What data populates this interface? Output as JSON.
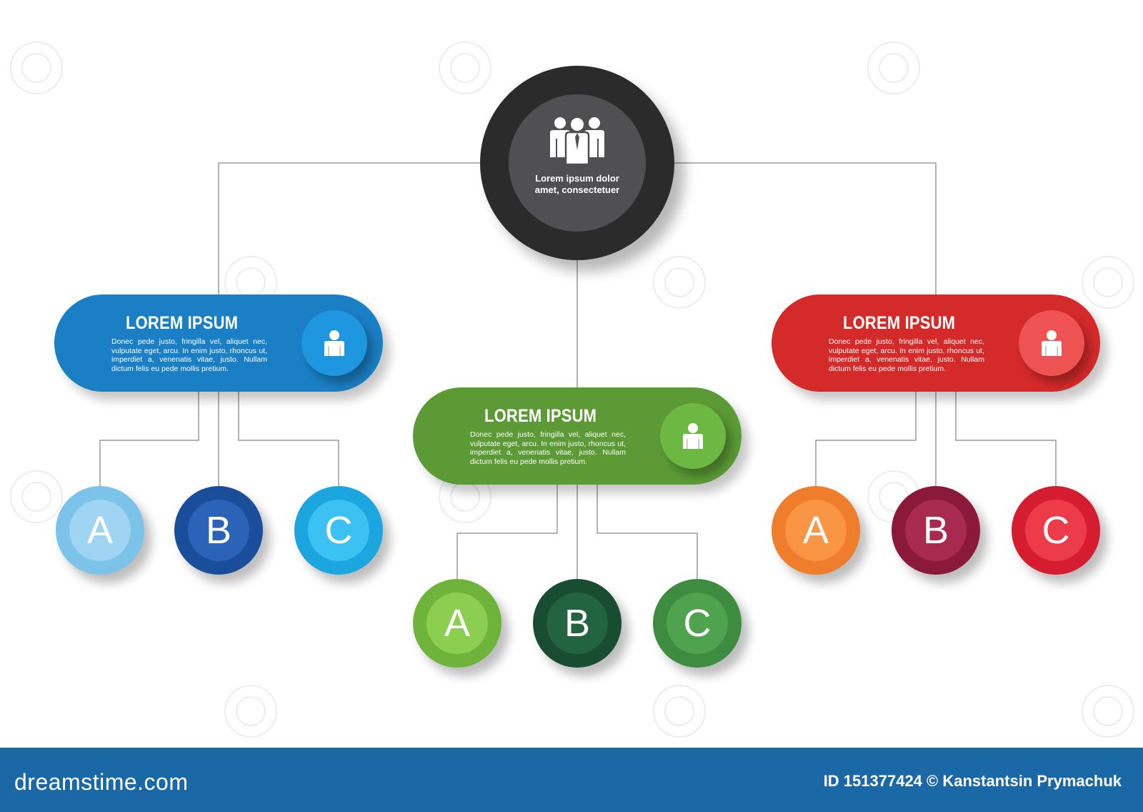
{
  "root": {
    "icon": "people-group-icon",
    "text_line1": "Lorem ipsum dolor",
    "text_line2": "amet, consectetuer",
    "color_outer": "#2b2b2c",
    "color_inner": "#505052"
  },
  "branches": [
    {
      "title": "LOREM IPSUM",
      "body": "Donec pede justo, fringilla vel, aliquet nec, vulputate eget, arcu. In enim justo, rhoncus ut, imperdiet a, venenatis vitae, justo. Nullam dictum felis eu pede mollis pretium.",
      "icon": "person-icon",
      "color": "#1a7fc4",
      "icon_color": "#1e96e0",
      "leaves": [
        {
          "label": "A",
          "outer": "#7cc3ea",
          "inner": "#9fd5f3"
        },
        {
          "label": "B",
          "outer": "#1b4e9a",
          "inner": "#2a63b7"
        },
        {
          "label": "C",
          "outer": "#1ba6df",
          "inner": "#3bc2f2"
        }
      ]
    },
    {
      "title": "LOREM IPSUM",
      "body": "Donec pede justo, fringilla vel, aliquet nec, vulputate eget, arcu. In enim justo, rhoncus ut, imperdiet a, venenatis vitae, justo. Nullam dictum felis eu pede mollis pretium.",
      "icon": "person-icon",
      "color": "#5b9a35",
      "icon_color": "#6cb842",
      "leaves": [
        {
          "label": "A",
          "outer": "#6fb43a",
          "inner": "#8cce4f"
        },
        {
          "label": "B",
          "outer": "#184d31",
          "inner": "#226440"
        },
        {
          "label": "C",
          "outer": "#3d8c3f",
          "inner": "#4fa34e"
        }
      ]
    },
    {
      "title": "LOREM IPSUM",
      "body": "Donec pede justo, fringilla vel, aliquet nec, vulputate eget, arcu. In enim justo, rhoncus ut, imperdiet a, venenatis vitae, justo. Nullam dictum felis eu pede mollis pretium.",
      "icon": "person-icon",
      "color": "#d42a2a",
      "icon_color": "#ef5252",
      "leaves": [
        {
          "label": "A",
          "outer": "#ef7d2c",
          "inner": "#f99545"
        },
        {
          "label": "B",
          "outer": "#8b1a3a",
          "inner": "#a82a4e"
        },
        {
          "label": "C",
          "outer": "#d61d30",
          "inner": "#ec3c49"
        }
      ]
    }
  ],
  "footer": {
    "brand": "dreamstime.com",
    "credit": "ID 151377424 © Kanstantsin Prymachuk",
    "color": "#1a69a6"
  }
}
